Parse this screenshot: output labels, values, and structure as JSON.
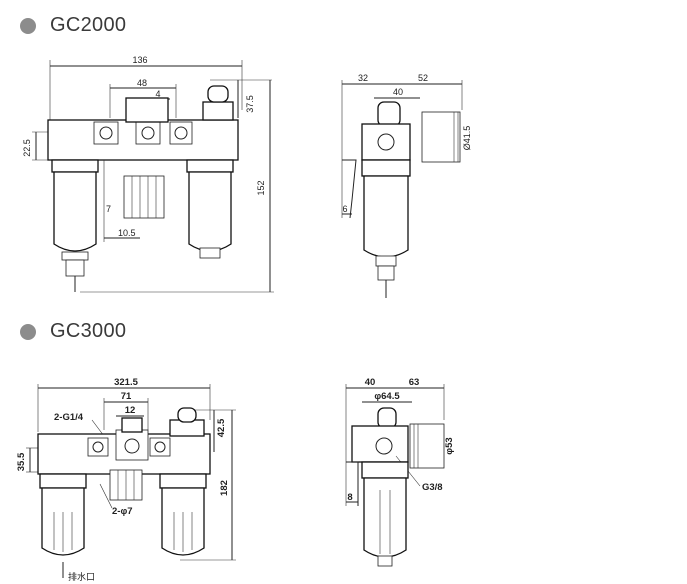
{
  "sections": [
    {
      "title": "GC2000"
    },
    {
      "title": "GC3000"
    }
  ],
  "gc2000": {
    "front": {
      "width": "136",
      "center_span": "48",
      "center_offset": "4",
      "top_height": "37.5",
      "side_height": "22.5",
      "total_height": "152",
      "drain_gap": "7",
      "drain_width": "10.5"
    },
    "side": {
      "left": "32",
      "right": "52",
      "body": "40",
      "gauge_dia": "Ø41.5",
      "bracket": "6"
    }
  },
  "gc3000": {
    "front": {
      "width": "321.5",
      "center_span": "71",
      "center_offset": "12",
      "port": "2-G1/4",
      "top_height": "42.5",
      "side_height": "35.5",
      "total_height": "182",
      "holes": "2-φ7",
      "drain_label": "排水口"
    },
    "side": {
      "left": "40",
      "right": "63",
      "body": "φ64.5",
      "gauge_dia": "φ53",
      "thread": "G3/8",
      "bracket": "8"
    }
  }
}
